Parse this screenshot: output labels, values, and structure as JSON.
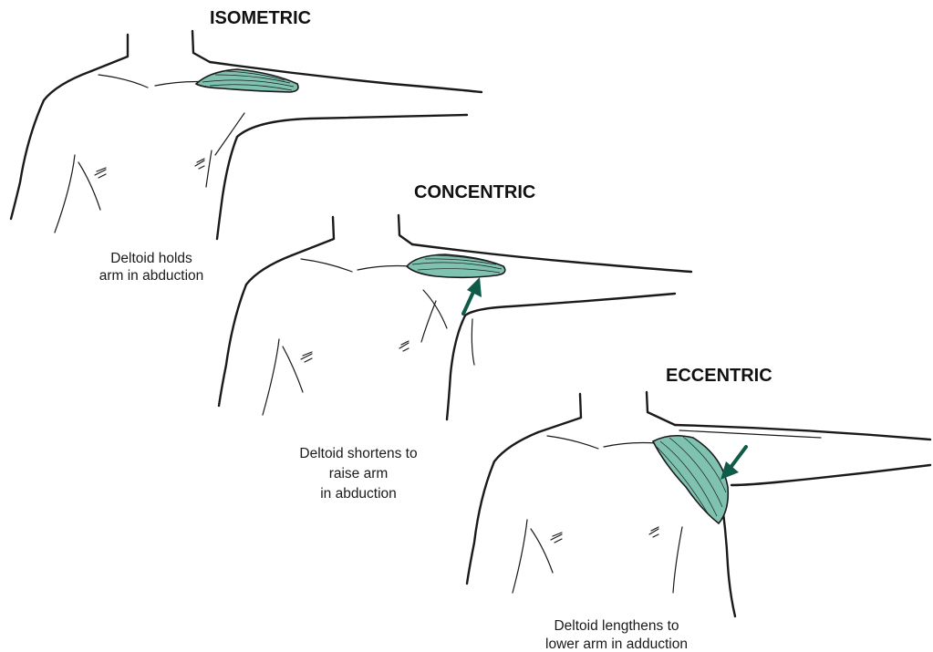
{
  "colors": {
    "muscle_fill": "#7fc2b0",
    "arrow": "#0f5a48",
    "ink": "#1a1a1a"
  },
  "panels": [
    {
      "title": "ISOMETRIC",
      "caption_lines": [
        "Deltoid holds",
        "arm in abduction"
      ]
    },
    {
      "title": "CONCENTRIC",
      "caption_lines": [
        "Deltoid shortens to",
        "raise arm",
        "in abduction"
      ]
    },
    {
      "title": "ECCENTRIC",
      "caption_lines": [
        "Deltoid lengthens to",
        "lower arm in adduction"
      ]
    }
  ]
}
